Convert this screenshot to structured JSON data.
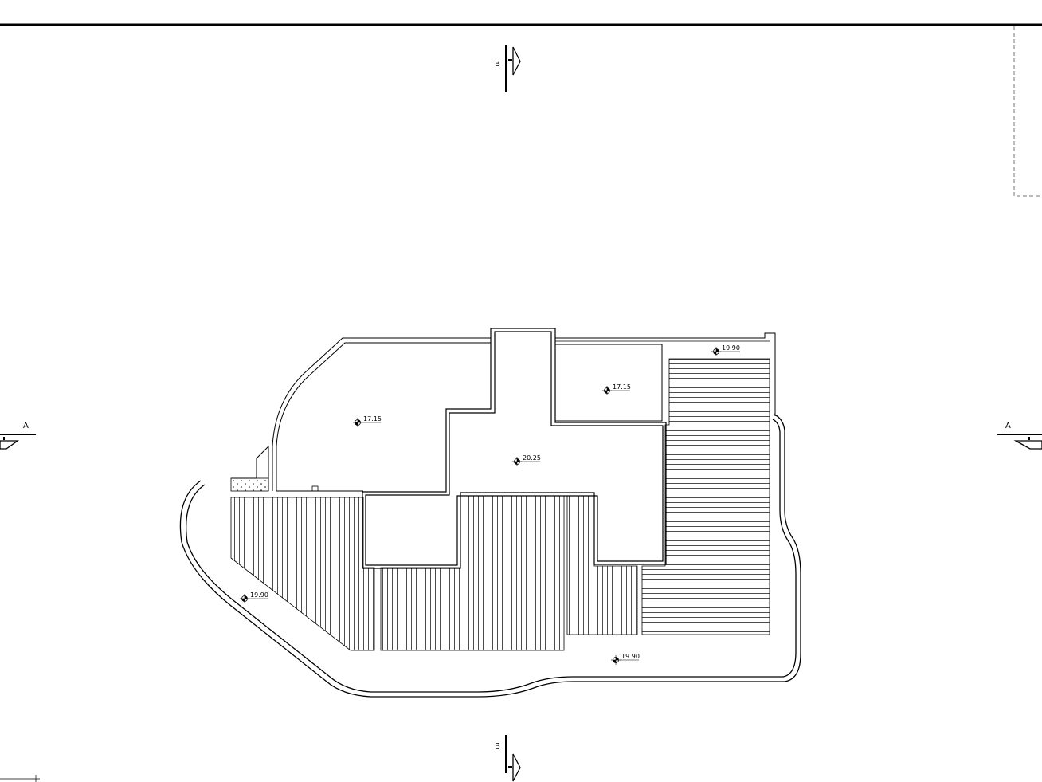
{
  "sections": {
    "a_left": "A",
    "a_right": "A",
    "b_top": "B",
    "b_bottom": "B"
  },
  "elevations": {
    "top_right_terrace": "19.90",
    "north_east_roof": "17.15",
    "west_roof": "17.15",
    "central_roof": "20.25",
    "south_west_terrace": "19.90",
    "south_terrace": "19.90"
  }
}
